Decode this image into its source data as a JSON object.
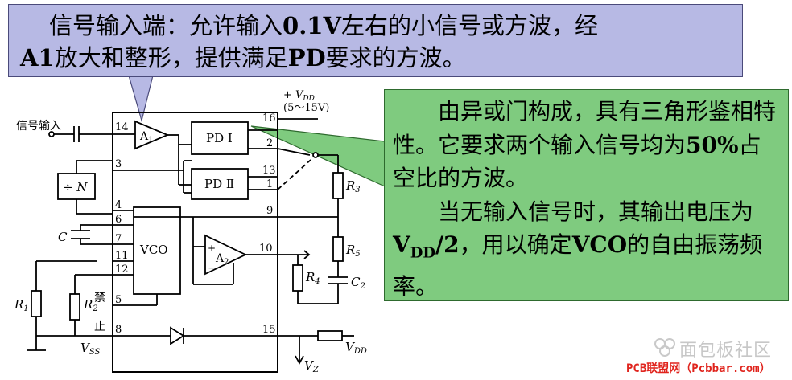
{
  "callouts": {
    "input_note": {
      "line1": "信号输入端：允许输入",
      "line1_bold": "0.1V",
      "line1_rest": "左右的小信号或方波，经",
      "line2_bold": "A1",
      "line2_mid": "放大和整形，提供满足",
      "line2_bold2": "PD",
      "line2_rest": "要求的方波。"
    },
    "pd_note": {
      "p1_a": "由异或门构成，具有三角形鉴相特性。它要求两个输入信号均为",
      "p1_bold": "50%",
      "p1_b": "占空比的方波。",
      "p2_a": "当无输入信号时，其输出电压为",
      "p2_bold": "V",
      "p2_sub": "DD",
      "p2_bold2": "/2",
      "p2_b": "，用以确定",
      "p2_bold3": "VCO",
      "p2_c": "的自由振荡频率。"
    }
  },
  "circuit": {
    "input_label": "信号输入",
    "supply_label": "+ V",
    "supply_sub": "DD",
    "supply_range": "(5～15V)",
    "amp1": "A",
    "amp1_sub": "1",
    "amp2": "A",
    "amp2_sub": "2",
    "pd1": "PD I",
    "pd2": "PD Ⅱ",
    "divider": "÷ N",
    "vco": "VCO",
    "cap_c": "C",
    "r1": "R",
    "r1_sub": "1",
    "r2": "R",
    "r2_sub": "2",
    "r3": "R",
    "r3_sub": "3",
    "r4": "R",
    "r4_sub": "4",
    "r5": "R",
    "r5_sub": "5",
    "c2": "C",
    "c2_sub": "2",
    "inhibit_1": "禁",
    "inhibit_2": "止",
    "vss": "V",
    "vss_sub": "SS",
    "vdd_out": "V",
    "vdd_out_sub": "DD",
    "vz": "V",
    "vz_sub": "Z",
    "pins": {
      "p14": "14",
      "p3": "3",
      "p4": "4",
      "p6": "6",
      "p7": "7",
      "p11": "11",
      "p12": "12",
      "p5": "5",
      "p8": "8",
      "p16": "16",
      "p2": "2",
      "p13": "13",
      "p1": "1",
      "p9": "9",
      "p10": "10",
      "p15": "15"
    }
  },
  "watermark": {
    "text": "面包板社区",
    "site": "PCB联盟网（Pcbbar.com）"
  },
  "colors": {
    "blue_callout": "#b7b9e4",
    "green_callout": "#7fcb7f",
    "site_red": "#e0241d"
  }
}
